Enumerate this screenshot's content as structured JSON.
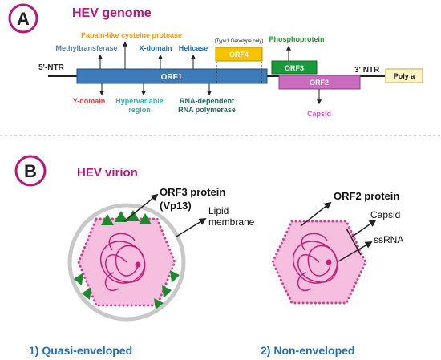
{
  "colors": {
    "magenta": "#b5177a",
    "orf1": "#3d7ab8",
    "orf4": "#f7c300",
    "orf3": "#1a9a3a",
    "orf2": "#c96bbf",
    "polya": "#fdf4c8",
    "gray": "#5a7ca6",
    "orange": "#f39a1e",
    "blue": "#1f6fc0",
    "red": "#e23a3a",
    "teal": "#2bb5b5",
    "darkteal": "#1d6f62",
    "green": "#1f9a2e",
    "pink": "#e055c9",
    "hexfill": "#f6bedf",
    "hexdots": "#d43b8f",
    "rna": "#c01f7a",
    "blueLabel": "#1f6fc0"
  },
  "sectionA": {
    "badge": "A",
    "title": "HEV genome",
    "ntr5": "5'-NTR",
    "ntr3": "3' NTR",
    "polya": "Poly a",
    "orf1": "ORF1",
    "orf2": "ORF2",
    "orf3": "ORF3",
    "orf4": "ORF4",
    "orf4note": "(Type1 Genotype only)",
    "domains": {
      "methyltransferase": "Methyltransferase",
      "papain": "Papain-like cysteine protease",
      "xdomain": "X-domain",
      "helicase": "Helicase",
      "ydomain": "Y-domain",
      "hypervariable1": "Hypervariable",
      "hypervariable2": "region",
      "rdrp1": "RNA-dependent",
      "rdrp2": "RNA polymerase",
      "phosphoprotein": "Phosphoprotein",
      "capsid": "Capsid"
    }
  },
  "sectionB": {
    "badge": "B",
    "title": "HEV virion",
    "orf3protein1": "ORF3 protein",
    "orf3protein2": "(Vp13)",
    "lipid1": "Lipid",
    "lipid2": "membrane",
    "orf2protein": "ORF2 protein",
    "capsid": "Capsid",
    "ssrna": "ssRNA",
    "label1": "1) Quasi-enveloped",
    "label2": "2) Non-enveloped"
  }
}
